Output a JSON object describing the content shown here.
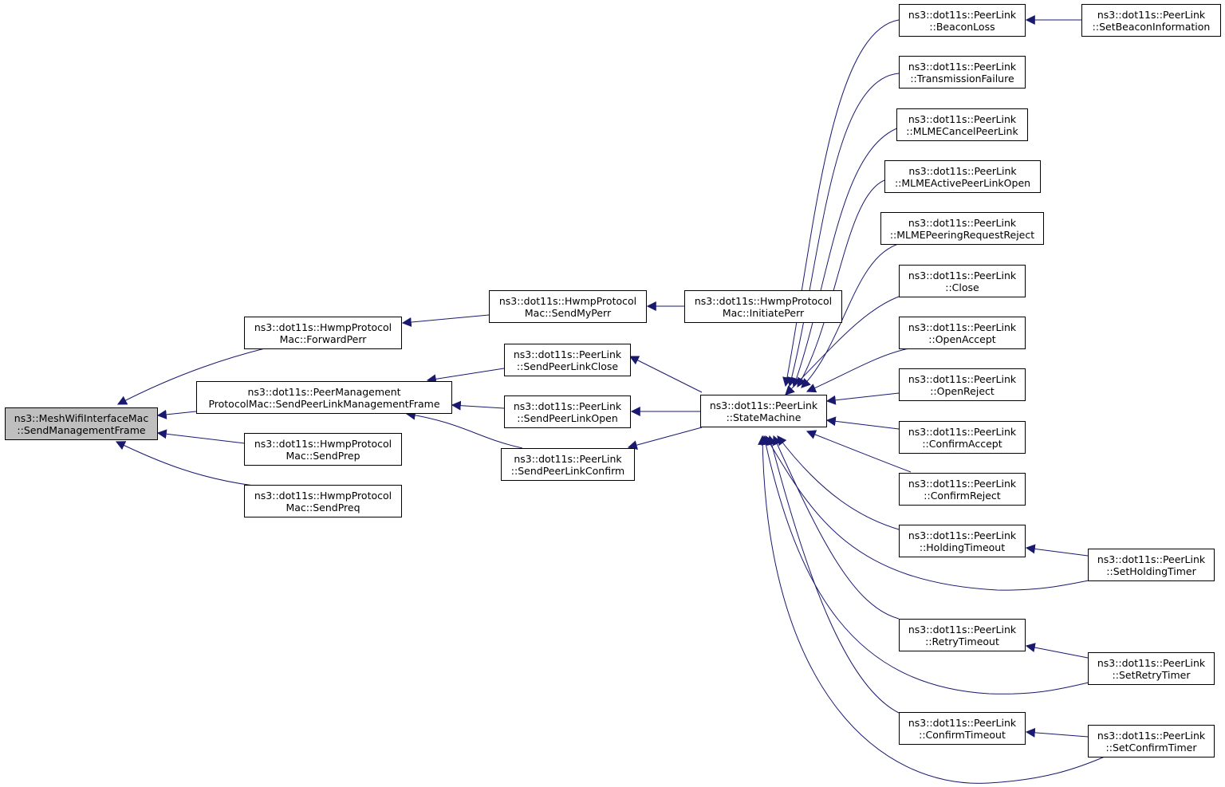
{
  "colors": {
    "edge": "#191970",
    "root_fill": "#bfbfbf",
    "node_fill": "#ffffff",
    "border": "#000000"
  },
  "nodes": {
    "root": {
      "line1": "ns3::MeshWifiInterfaceMac",
      "line2": "::SendManagementFrame"
    },
    "fwdperr": {
      "line1": "ns3::dot11s::HwmpProtocol",
      "line2": "Mac::ForwardPerr"
    },
    "spmgmt": {
      "line1": "ns3::dot11s::PeerManagement",
      "line2": "ProtocolMac::SendPeerLinkManagementFrame"
    },
    "sendprep": {
      "line1": "ns3::dot11s::HwmpProtocol",
      "line2": "Mac::SendPrep"
    },
    "sendpreq": {
      "line1": "ns3::dot11s::HwmpProtocol",
      "line2": "Mac::SendPreq"
    },
    "sendmyperr": {
      "line1": "ns3::dot11s::HwmpProtocol",
      "line2": "Mac::SendMyPerr"
    },
    "initperr": {
      "line1": "ns3::dot11s::HwmpProtocol",
      "line2": "Mac::InitiatePerr"
    },
    "splclose": {
      "line1": "ns3::dot11s::PeerLink",
      "line2": "::SendPeerLinkClose"
    },
    "splopen": {
      "line1": "ns3::dot11s::PeerLink",
      "line2": "::SendPeerLinkOpen"
    },
    "splconfirm": {
      "line1": "ns3::dot11s::PeerLink",
      "line2": "::SendPeerLinkConfirm"
    },
    "statemach": {
      "line1": "ns3::dot11s::PeerLink",
      "line2": "::StateMachine"
    },
    "beaconloss": {
      "line1": "ns3::dot11s::PeerLink",
      "line2": "::BeaconLoss"
    },
    "txfail": {
      "line1": "ns3::dot11s::PeerLink",
      "line2": "::TransmissionFailure"
    },
    "mlmecancel": {
      "line1": "ns3::dot11s::PeerLink",
      "line2": "::MLMECancelPeerLink"
    },
    "mlmeactive": {
      "line1": "ns3::dot11s::PeerLink",
      "line2": "::MLMEActivePeerLinkOpen"
    },
    "mlmereject": {
      "line1": "ns3::dot11s::PeerLink",
      "line2": "::MLMEPeeringRequestReject"
    },
    "close": {
      "line1": "ns3::dot11s::PeerLink",
      "line2": "::Close"
    },
    "openaccept": {
      "line1": "ns3::dot11s::PeerLink",
      "line2": "::OpenAccept"
    },
    "openreject": {
      "line1": "ns3::dot11s::PeerLink",
      "line2": "::OpenReject"
    },
    "confaccept": {
      "line1": "ns3::dot11s::PeerLink",
      "line2": "::ConfirmAccept"
    },
    "confreject": {
      "line1": "ns3::dot11s::PeerLink",
      "line2": "::ConfirmReject"
    },
    "holdto": {
      "line1": "ns3::dot11s::PeerLink",
      "line2": "::HoldingTimeout"
    },
    "retryto": {
      "line1": "ns3::dot11s::PeerLink",
      "line2": "::RetryTimeout"
    },
    "confto": {
      "line1": "ns3::dot11s::PeerLink",
      "line2": "::ConfirmTimeout"
    },
    "setbeacon": {
      "line1": "ns3::dot11s::PeerLink",
      "line2": "::SetBeaconInformation"
    },
    "setholding": {
      "line1": "ns3::dot11s::PeerLink",
      "line2": "::SetHoldingTimer"
    },
    "setretry": {
      "line1": "ns3::dot11s::PeerLink",
      "line2": "::SetRetryTimer"
    },
    "setconfirm": {
      "line1": "ns3::dot11s::PeerLink",
      "line2": "::SetConfirmTimer"
    }
  }
}
